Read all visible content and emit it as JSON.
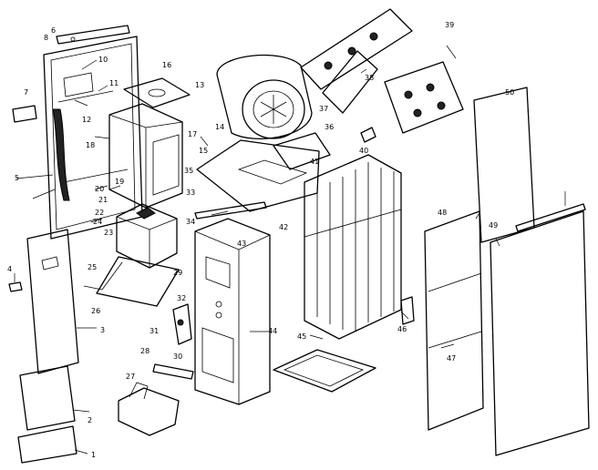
{
  "callouts": {
    "c1": "1",
    "c2": "2",
    "c3": "3",
    "c4": "4",
    "c5": "5",
    "c6": "6",
    "c7": "7",
    "c8": "8",
    "c10": "10",
    "c11": "11",
    "c12": "12",
    "c13": "13",
    "c14": "14",
    "c15": "15",
    "c16": "16",
    "c17": "17",
    "c18": "18",
    "c19": "19",
    "c20": "20",
    "c21": "21",
    "c22": "22",
    "c23": "23",
    "c24": "24",
    "c25": "25",
    "c26": "26",
    "c27": "27",
    "c28": "28",
    "c29": "29",
    "c30": "30",
    "c31": "31",
    "c32": "32",
    "c33": "33",
    "c34": "34",
    "c35": "35",
    "c36": "36",
    "c37": "37",
    "c38": "38",
    "c39": "39",
    "c40": "40",
    "c41": "41",
    "c42": "42",
    "c43": "43",
    "c44": "44",
    "c45": "45",
    "c46": "46",
    "c47": "47",
    "c48": "48",
    "c49": "49",
    "c50": "50"
  }
}
